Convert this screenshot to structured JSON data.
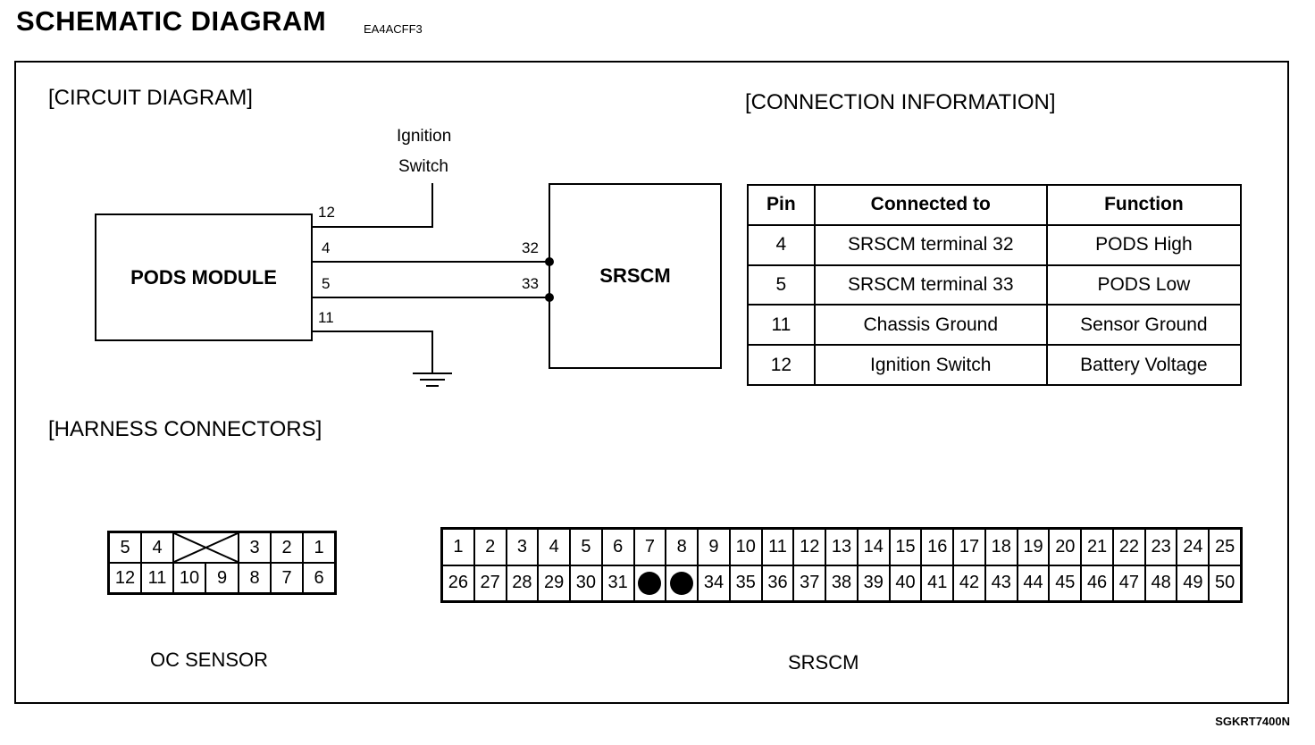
{
  "header": {
    "title": "SCHEMATIC  DIAGRAM",
    "code": "EA4ACFF3"
  },
  "sections": {
    "circuit": "[CIRCUIT DIAGRAM]",
    "connection": "[CONNECTION INFORMATION]",
    "harness": "[HARNESS CONNECTORS]"
  },
  "circuit": {
    "ignition_line1": "Ignition",
    "ignition_line2": "Switch",
    "pods_module": "PODS MODULE",
    "srscm": "SRSCM",
    "pods_pins": [
      "12",
      "4",
      "5",
      "11"
    ],
    "srscm_pins": [
      "32",
      "33"
    ]
  },
  "connection_info": {
    "headers": [
      "Pin",
      "Connected to",
      "Function"
    ],
    "rows": [
      [
        "4",
        "SRSCM terminal 32",
        "PODS High"
      ],
      [
        "5",
        "SRSCM terminal 33",
        "PODS Low"
      ],
      [
        "11",
        "Chassis Ground",
        "Sensor Ground"
      ],
      [
        "12",
        "Ignition Switch",
        "Battery Voltage"
      ]
    ]
  },
  "harness": {
    "oc_sensor": {
      "name": "OC SENSOR",
      "row1": [
        "5",
        "4",
        "X",
        "3",
        "2",
        "1"
      ],
      "row2": [
        "12",
        "11",
        "10",
        "9",
        "8",
        "7",
        "6"
      ]
    },
    "srscm": {
      "name": "SRSCM",
      "row1": [
        "1",
        "2",
        "3",
        "4",
        "5",
        "6",
        "7",
        "8",
        "9",
        "10",
        "11",
        "12",
        "13",
        "14",
        "15",
        "16",
        "17",
        "18",
        "19",
        "20",
        "21",
        "22",
        "23",
        "24",
        "25"
      ],
      "row2": [
        "26",
        "27",
        "28",
        "29",
        "30",
        "31",
        "●",
        "●",
        "34",
        "35",
        "36",
        "37",
        "38",
        "39",
        "40",
        "41",
        "42",
        "43",
        "44",
        "45",
        "46",
        "47",
        "48",
        "49",
        "50"
      ]
    }
  },
  "figure_ref": "SGKRT7400N"
}
